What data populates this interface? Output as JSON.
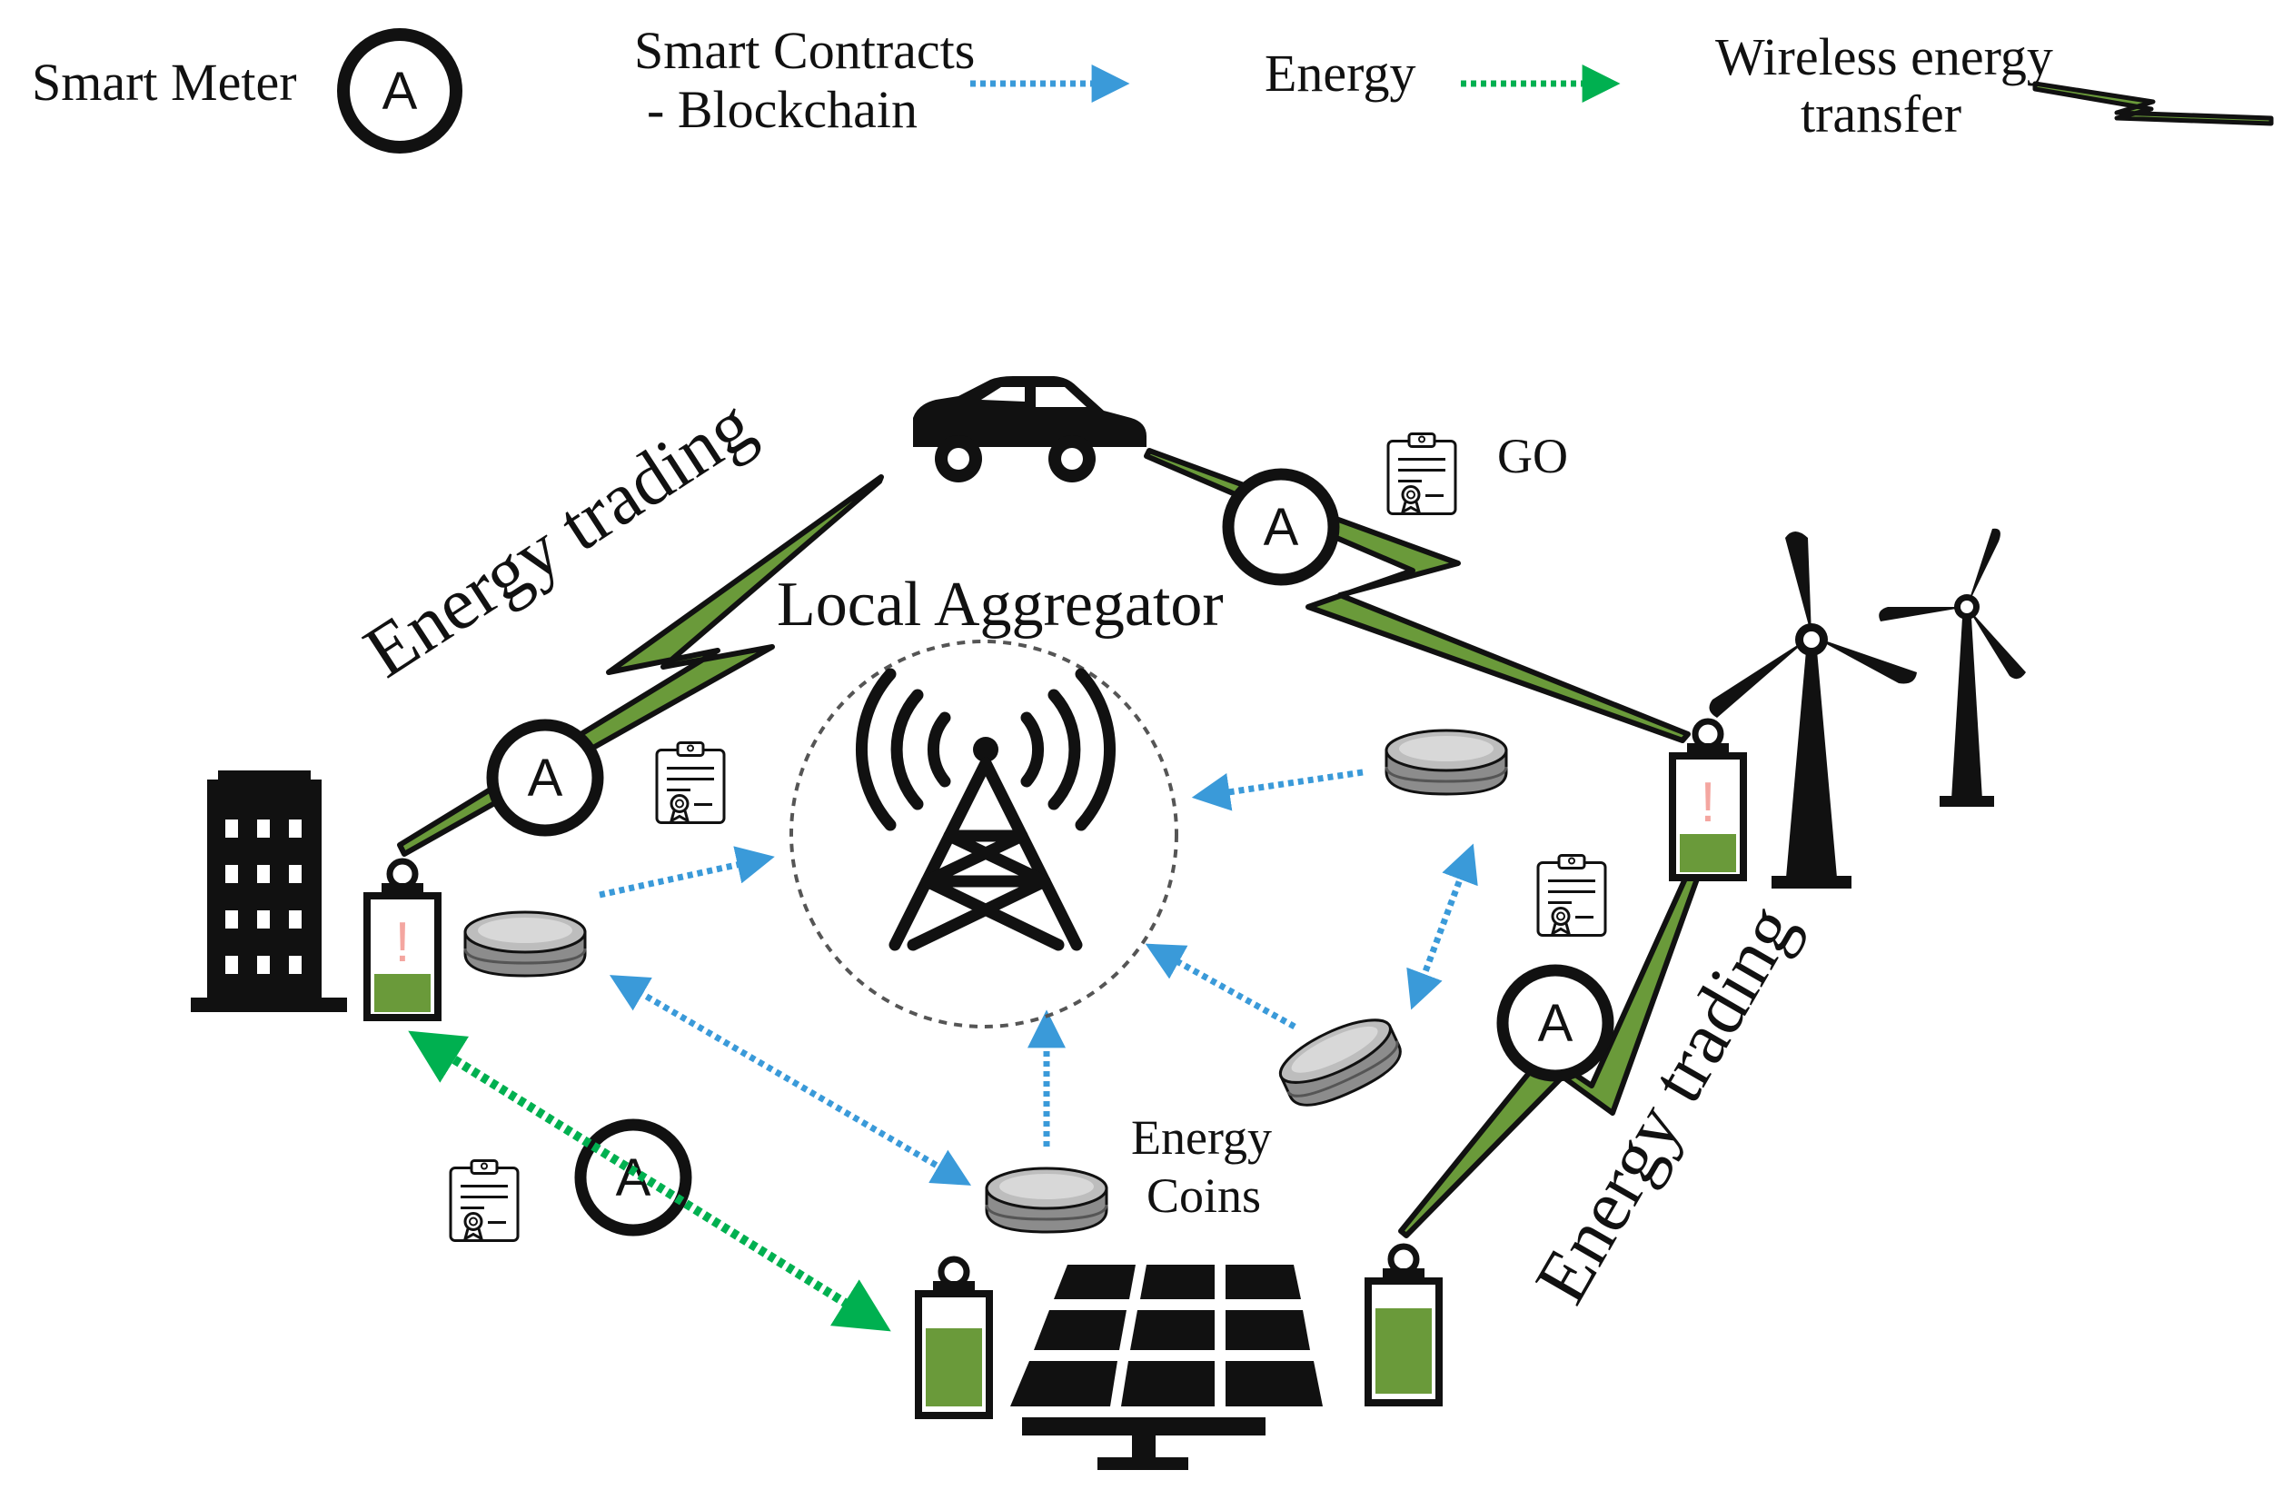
{
  "legend": {
    "smart_meter_label": "Smart Meter",
    "smart_meter_letter": "A",
    "smart_contracts_line1": "Smart Contracts",
    "smart_contracts_line2": "- Blockchain",
    "energy_label": "Energy",
    "wireless_line1": "Wireless energy",
    "wireless_line2": "transfer"
  },
  "labels": {
    "energy_trading_left": "Energy trading",
    "energy_trading_right": "Energy trading",
    "local_aggregator": "Local Aggregator",
    "go": "GO",
    "energy_coins_line1": "Energy",
    "energy_coins_line2": "Coins",
    "meter_letter": "A",
    "alert_mark": "!"
  },
  "colors": {
    "blockchain_arrow": "#3a9ad9",
    "energy_arrow": "#00b050",
    "wireless_bolt": "#6a9a3a",
    "battery_fill": "#6a9a3a",
    "coin_fill": "#8c8c8c",
    "alert": "#f4a6a0"
  },
  "icons": {
    "meter": "smart-meter-icon",
    "tower": "radio-tower-icon",
    "car": "car-icon",
    "building": "building-icon",
    "solar": "solar-panel-icon",
    "wind": "wind-turbine-icon",
    "certificate": "certificate-icon",
    "coin": "energy-coin-icon",
    "battery": "battery-icon"
  }
}
